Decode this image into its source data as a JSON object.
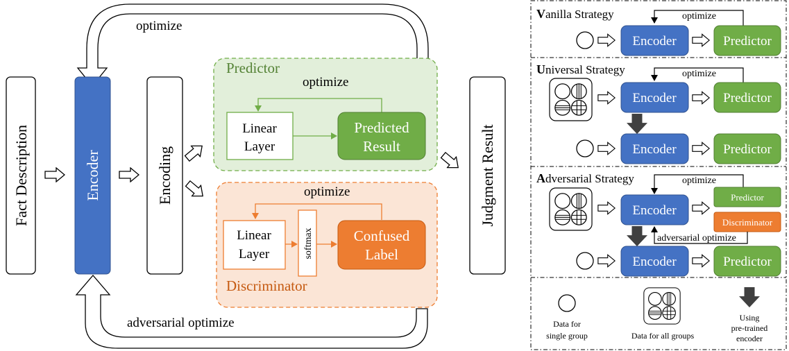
{
  "colors": {
    "encoder": "#4472c4",
    "predictor": "#70ad47",
    "discriminator": "#ed7d31",
    "predictor_panel": "#e2efda",
    "discriminator_panel": "#fbe5d6",
    "dark_arrow": "#404040"
  },
  "main": {
    "fact_description": "Fact Description",
    "encoder": "Encoder",
    "encoding": "Encoding",
    "judgment_result": "Judgment Result",
    "optimize_top": "optimize",
    "adversarial_optimize": "adversarial optimize",
    "predictor_panel": {
      "title": "Predictor",
      "optimize": "optimize",
      "linear_layer_line1": "Linear",
      "linear_layer_line2": "Layer",
      "result_line1": "Predicted",
      "result_line2": "Result"
    },
    "discriminator_panel": {
      "title": "Discriminator",
      "optimize": "optimize",
      "linear_layer_line1": "Linear",
      "linear_layer_line2": "Layer",
      "softmax": "softmax",
      "label_line1": "Confused",
      "label_line2": "Label"
    }
  },
  "strategies": {
    "vanilla": {
      "title_initial": "V",
      "title_rest": "anilla Strategy",
      "optimize": "optimize",
      "encoder": "Encoder",
      "predictor": "Predictor"
    },
    "universal": {
      "title_initial": "U",
      "title_rest": "niversal Strategy",
      "optimize": "optimize",
      "encoder": "Encoder",
      "predictor": "Predictor",
      "encoder_2": "Encoder",
      "predictor_2": "Predictor"
    },
    "adversarial": {
      "title_initial": "A",
      "title_rest": "dversarial Strategy",
      "optimize": "optimize",
      "encoder": "Encoder",
      "predictor": "Predictor",
      "discriminator": "Discriminator",
      "adversarial_optimize": "adversarial optimize",
      "encoder_2": "Encoder",
      "predictor_2": "Predictor"
    }
  },
  "legend": {
    "single_line1": "Data for",
    "single_line2": "single group",
    "all_groups": "Data for all groups",
    "pretrained_line1": "Using",
    "pretrained_line2": "pre-trained",
    "pretrained_line3": "encoder"
  }
}
